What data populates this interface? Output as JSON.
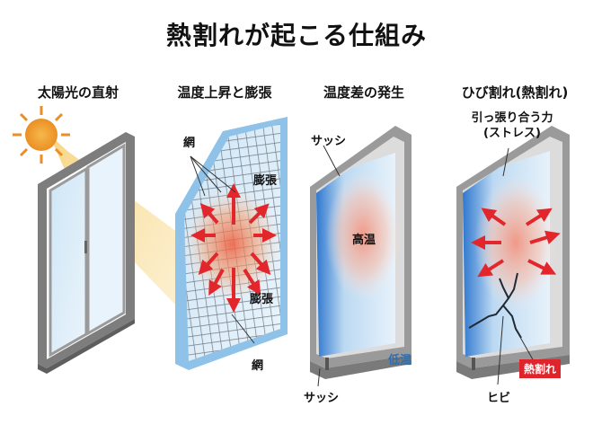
{
  "title": "熱割れが起こる仕組み",
  "panels": [
    {
      "heading": "太陽光の直射"
    },
    {
      "heading": "温度上昇と膨張",
      "labels": {
        "net_top": "網",
        "expand_top": "膨張",
        "expand_bottom": "膨張",
        "net_bottom": "網"
      }
    },
    {
      "heading": "温度差の発生",
      "labels": {
        "sash_top": "サッシ",
        "high_temp": "高温",
        "low_temp": "低温",
        "sash_bottom": "サッシ"
      }
    },
    {
      "heading": "ひび割れ(熱割れ)",
      "labels": {
        "stress_line1": "引っ張り合う力",
        "stress_line2": "(ストレス)",
        "crack": "ヒビ",
        "thermal_crack": "熱割れ"
      }
    }
  ],
  "colors": {
    "heat_arrow": "#e2262b",
    "cold_glass": "#3f86d6",
    "sash_gray": "#8e8e8e",
    "sun": "#f0a030"
  }
}
